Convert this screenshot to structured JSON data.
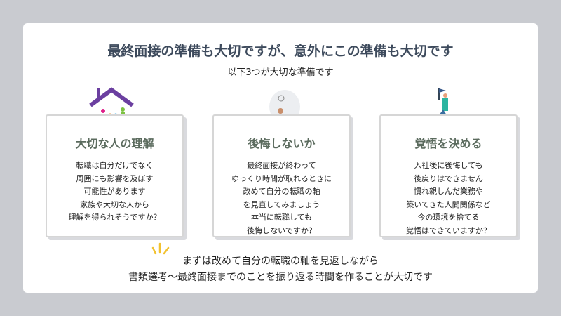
{
  "title": "最終面接の準備も大切ですが、意外にこの準備も大切です",
  "subtitle": "以下3つが大切な準備です",
  "cards": [
    {
      "heading": "大切な人の理解",
      "lines": [
        "転職は自分だけでなく",
        "周囲にも影響を及ぼす",
        "可能性があります",
        "家族や大切な人から",
        "理解を得られそうですか？"
      ]
    },
    {
      "heading": "後悔しないか",
      "lines": [
        "最終面接が終わって",
        "ゆっくり時間が取れるときに",
        "改めて自分の転職の軸",
        "を見直してみましょう",
        "本当に転職しても",
        "後悔しないですか？"
      ]
    },
    {
      "heading": "覚悟を決める",
      "lines": [
        "入社後に後悔しても",
        "後戻りはできません",
        "慣れ親しんだ業務や",
        "築いてきた人間関係など",
        "今の環境を捨てる",
        "覚悟はできていますか？"
      ]
    }
  ],
  "footer": [
    "まずは改めて自分の転職の軸を見返しながら",
    "書類選考～最終面接までのことを振り返る時間を作ることが大切です"
  ]
}
